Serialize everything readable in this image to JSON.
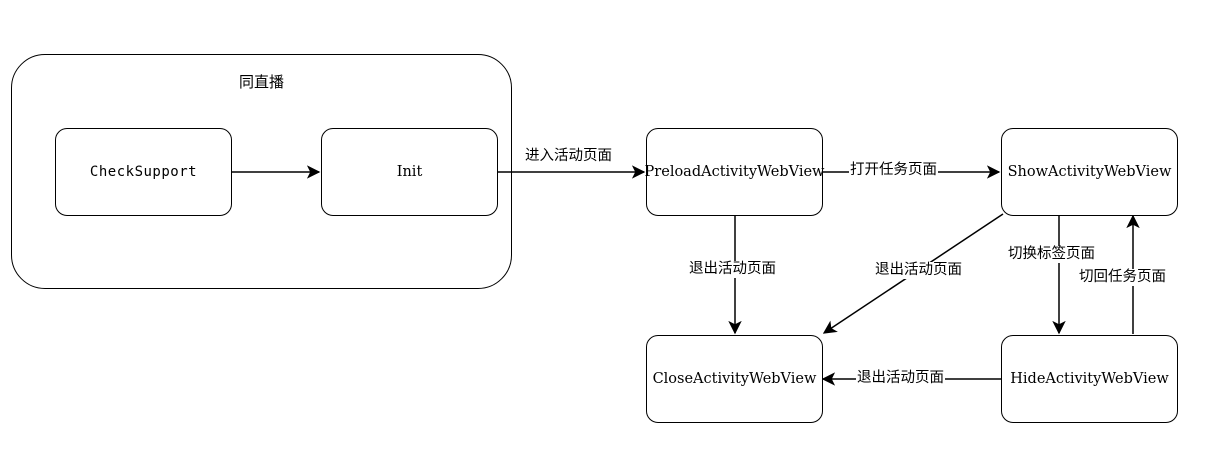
{
  "group": {
    "title": "同直播"
  },
  "nodes": {
    "check_support": "CheckSupport",
    "init": "Init",
    "preload": "PreloadActivityWebView",
    "show": "ShowActivityWebView",
    "close": "CloseActivityWebView",
    "hide": "HideActivityWebView"
  },
  "edges": {
    "enter": "进入活动页面",
    "open_task": "打开任务页面",
    "exit_from_preload": "退出活动页面",
    "exit_from_show": "退出活动页面",
    "switch_tab": "切换标签页面",
    "back_to_task": "切回任务页面",
    "exit_from_hide": "退出活动页面"
  }
}
